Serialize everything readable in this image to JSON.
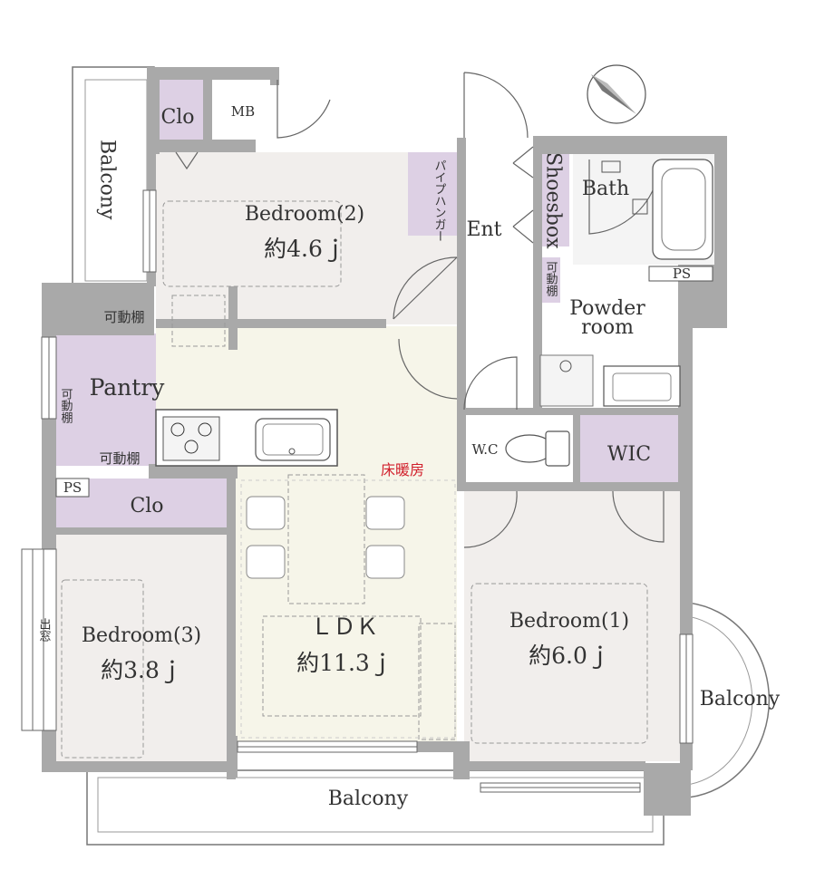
{
  "rooms": {
    "bedroom2": {
      "name": "Bedroom(2)",
      "size": "約4.6ｊ"
    },
    "bedroom1": {
      "name": "Bedroom(1)",
      "size": "約6.0ｊ"
    },
    "bedroom3": {
      "name": "Bedroom(3)",
      "size": "約3.8ｊ"
    },
    "ldk": {
      "name": "ＬＤＫ",
      "size": "約11.3ｊ"
    },
    "bath": "Bath",
    "powder": {
      "line1": "Powder",
      "line2": "room"
    },
    "wc": "W.C",
    "wic": "WIC",
    "pantry": "Pantry",
    "ent": "Ent",
    "shoesbox": "Shoesbox",
    "clo_top": "Clo",
    "clo_mid": "Clo",
    "mb": "MB",
    "ps_left": "PS",
    "ps_right": "PS",
    "pipe_hanger": "パイプハンガー"
  },
  "balconies": {
    "left": "Balcony",
    "bottom": "Balcony",
    "right": "Balcony"
  },
  "notes": {
    "floor_heating": "床暖房",
    "shelf_top": "可動棚",
    "shelf_bottom": "可動棚",
    "shelf_side": "可動棚",
    "shelf_powder": "可動棚",
    "bay_window": "出窓"
  },
  "colors": {
    "wall": "#a9a9a9",
    "room": "#f1eeec",
    "ldk": "#f6f5e9",
    "storage": "#ddd0e4",
    "wet": "#f4f4f4",
    "line": "#555555",
    "accent": "#d11f2b"
  },
  "icons": {
    "compass": "north-arrow-icon"
  }
}
